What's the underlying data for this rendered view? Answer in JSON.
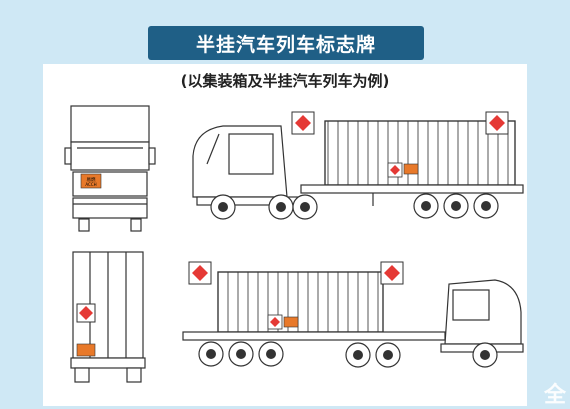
{
  "header": {
    "title": "半挂汽车列车标志牌"
  },
  "panel": {
    "subtitle": "(以集装箱及半挂汽车列车为例)"
  },
  "sign": {
    "primary_label": "易燃",
    "secondary_label": "ACCH",
    "plate_color": "#e8792a",
    "diamond_color": "#e53935"
  },
  "watermark": "全",
  "colors": {
    "banner": "#1f5f86",
    "background": "#cfe8f5",
    "line": "#333333"
  }
}
